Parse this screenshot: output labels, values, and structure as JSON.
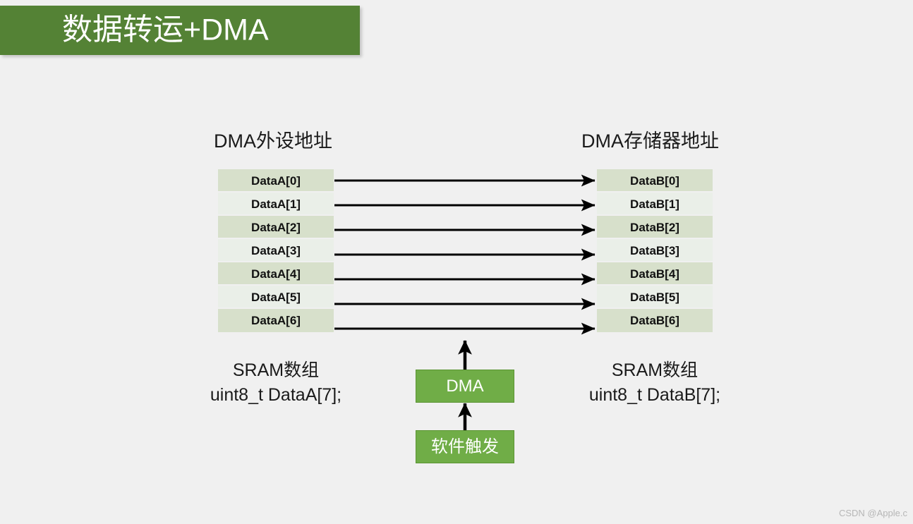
{
  "slide": {
    "title": "数据转运+DMA",
    "background_color": "#f0f0f0",
    "title_banner_color": "#548235",
    "accent_green": "#70ad47",
    "row_color_odd": "#d7e0cb",
    "row_color_even": "#eaefe8"
  },
  "headings": {
    "left": "DMA外设地址",
    "right": "DMA存储器地址"
  },
  "tables": {
    "left": {
      "rows": [
        "DataA[0]",
        "DataA[1]",
        "DataA[2]",
        "DataA[3]",
        "DataA[4]",
        "DataA[5]",
        "DataA[6]"
      ]
    },
    "right": {
      "rows": [
        "DataB[0]",
        "DataB[1]",
        "DataB[2]",
        "DataB[3]",
        "DataB[4]",
        "DataB[5]",
        "DataB[6]"
      ]
    }
  },
  "captions": {
    "left_line1": "SRAM数组",
    "left_line2": "uint8_t DataA[7];",
    "right_line1": "SRAM数组",
    "right_line2": "uint8_t DataB[7];"
  },
  "boxes": {
    "dma": "DMA",
    "trigger": "软件触发"
  },
  "watermark": "CSDN @Apple.c"
}
